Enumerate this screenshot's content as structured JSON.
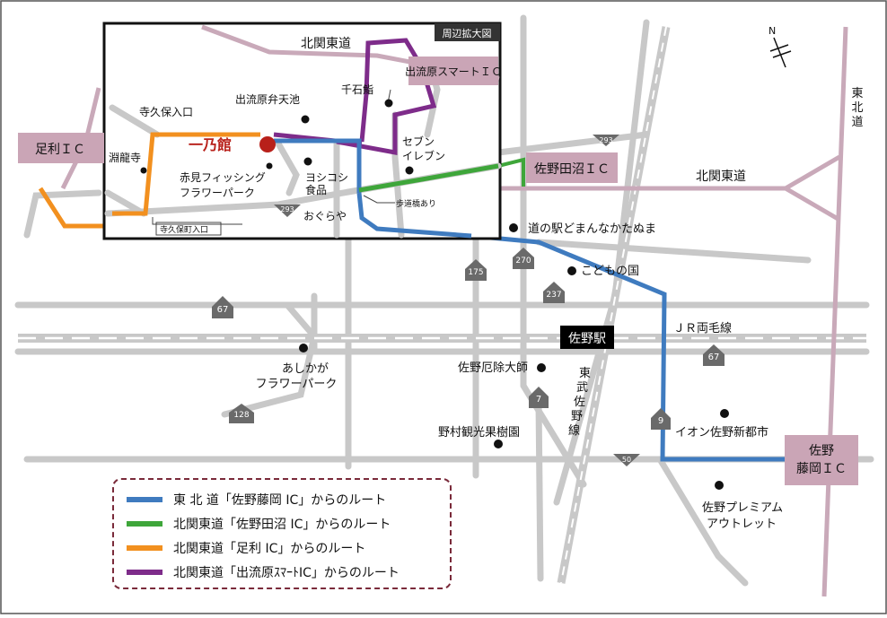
{
  "colors": {
    "road": "#c8c8c8",
    "expressway": "#c9a9b9",
    "ic_box": "#caa5b6",
    "route_tohoku": "#3f7bbf",
    "route_sano_tanuma": "#3ea63a",
    "route_ashikaga": "#f2901f",
    "route_izurubara": "#7e2c8a",
    "restaurant_marker": "#b8201a",
    "shield": "#6a6a6a",
    "legend_border": "#7a2a3a"
  },
  "map": {
    "inset_label": "周辺拡大図",
    "compass": "N",
    "interchanges": {
      "ashikaga": "足利ＩＣ",
      "sano_tanuma": "佐野田沼ＩＣ",
      "izurubara": "出流原スマートＩＣ",
      "sano_fujioka_1": "佐野",
      "sano_fujioka_2": "藤岡ＩＣ"
    },
    "roads": {
      "kitakanto_1": "北関東道",
      "kitakanto_2": "北関東道",
      "tohoku_1": "東",
      "tohoku_2": "北",
      "tohoku_3": "道",
      "jr": "ＪＲ両毛線",
      "tobu_1": "東",
      "tobu_2": "武",
      "tobu_3": "佐",
      "tobu_4": "野",
      "tobu_5": "線",
      "station": "佐野駅"
    },
    "route_numbers": {
      "r293_a": "293",
      "r293_b": "293",
      "r175": "175",
      "r270": "270",
      "r237": "237",
      "r67_a": "67",
      "r67_b": "67",
      "r128": "128",
      "r7": "7",
      "r9": "9",
      "r50": "50"
    },
    "places": {
      "restaurant_logo": "一乃館",
      "terakubo": "寺久保入口",
      "terakubo_machi": "寺久保町入口",
      "shinryuji": "淵龍寺",
      "benten": "出流原弁天池",
      "sengoku": "千石鮨",
      "akami_1": "赤見フィッシング",
      "akami_2": "フラワーパーク",
      "yoshikoshi_1": "ヨシコシ",
      "yoshikoshi_2": "食品",
      "seven_1": "セブン",
      "seven_2": "イレブン",
      "okuraya": "おぐらや",
      "hodokyo": "歩道橋あり",
      "michinoeki": "道の駅どまんなかたぬま",
      "kodomo": "こどもの国",
      "ashikaga_fp_1": "あしかが",
      "ashikaga_fp_2": "フラワーパーク",
      "yakuyoke": "佐野厄除大師",
      "nomura": "野村観光果樹園",
      "aeon": "イオン佐野新都市",
      "outlet_1": "佐野プレミアム",
      "outlet_2": "アウトレット"
    }
  },
  "legend": {
    "items": [
      {
        "label": "東 北 道「佐野藤岡 IC」からのルート",
        "color": "#3f7bbf"
      },
      {
        "label": "北関東道「佐野田沼 IC」からのルート",
        "color": "#3ea63a"
      },
      {
        "label": "北関東道「足利 IC」からのルート",
        "color": "#f2901f"
      },
      {
        "label": "北関東道「出流原ｽﾏｰﾄIC」からのルート",
        "color": "#7e2c8a"
      }
    ]
  }
}
